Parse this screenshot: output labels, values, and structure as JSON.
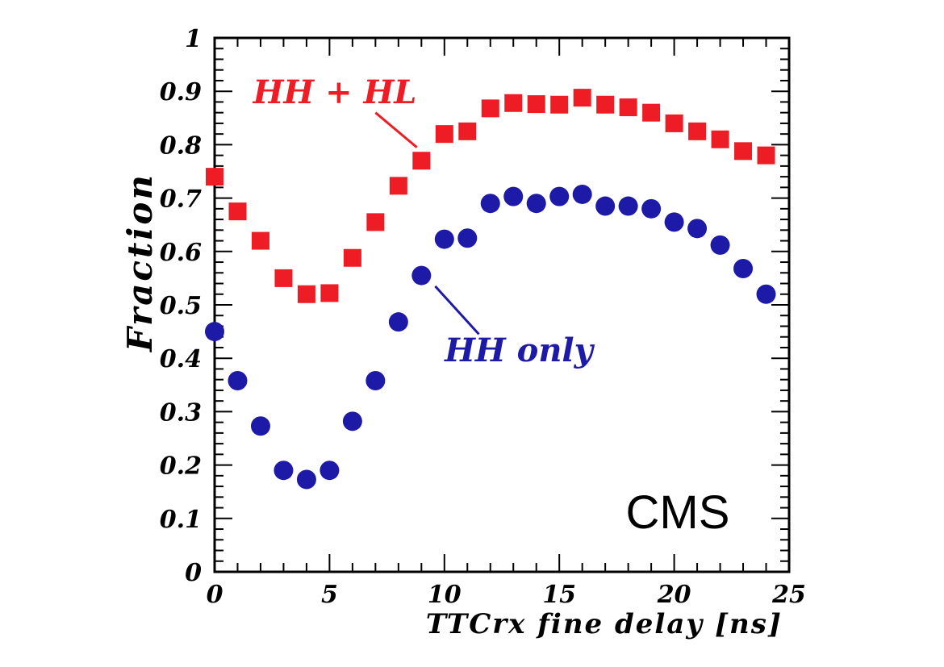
{
  "chart_data": {
    "type": "scatter",
    "xlabel": "TTCrx fine delay  [ns]",
    "ylabel": "Fraction",
    "xlim": [
      0,
      25
    ],
    "ylim": [
      0,
      1
    ],
    "grid": false,
    "x_ticks": [
      0,
      5,
      10,
      15,
      20,
      25
    ],
    "y_ticks": [
      0,
      0.1,
      0.2,
      0.3,
      0.4,
      0.5,
      0.6,
      0.7,
      0.8,
      0.9,
      1
    ],
    "x_tick_labels": [
      "0",
      "5",
      "10",
      "15",
      "20",
      "25"
    ],
    "y_tick_labels": [
      "0",
      "0.1",
      "0.2",
      "0.3",
      "0.4",
      "0.5",
      "0.6",
      "0.7",
      "0.8",
      "0.9",
      "1"
    ],
    "series": [
      {
        "name": "HH + HL",
        "marker": "square",
        "color": "#ee1c25",
        "x": [
          0,
          1,
          2,
          3,
          4,
          5,
          6,
          7,
          8,
          9,
          10,
          11,
          12,
          13,
          14,
          15,
          16,
          17,
          18,
          19,
          20,
          21,
          22,
          23,
          24
        ],
        "y": [
          0.74,
          0.675,
          0.62,
          0.55,
          0.52,
          0.522,
          0.588,
          0.655,
          0.723,
          0.77,
          0.82,
          0.825,
          0.868,
          0.878,
          0.876,
          0.875,
          0.888,
          0.875,
          0.87,
          0.86,
          0.84,
          0.825,
          0.81,
          0.788,
          0.78
        ]
      },
      {
        "name": "HH only",
        "marker": "circle",
        "color": "#1e1aa8",
        "x": [
          0,
          1,
          2,
          3,
          4,
          5,
          6,
          7,
          8,
          9,
          10,
          11,
          12,
          13,
          14,
          15,
          16,
          17,
          18,
          19,
          20,
          21,
          22,
          23,
          24
        ],
        "y": [
          0.45,
          0.358,
          0.273,
          0.19,
          0.173,
          0.19,
          0.282,
          0.358,
          0.468,
          0.555,
          0.623,
          0.625,
          0.69,
          0.703,
          0.69,
          0.703,
          0.707,
          0.685,
          0.685,
          0.68,
          0.655,
          0.643,
          0.612,
          0.568,
          0.52
        ]
      }
    ],
    "annotations": [
      {
        "text": "HH + HL",
        "series": 0,
        "arrow_to": [
          8.8,
          0.795
        ],
        "arrow_from": [
          7,
          0.86
        ]
      },
      {
        "text": "HH only",
        "series": 1,
        "arrow_to": [
          9.6,
          0.535
        ],
        "arrow_from": [
          11.5,
          0.445
        ]
      },
      {
        "text": "CMS"
      }
    ]
  }
}
